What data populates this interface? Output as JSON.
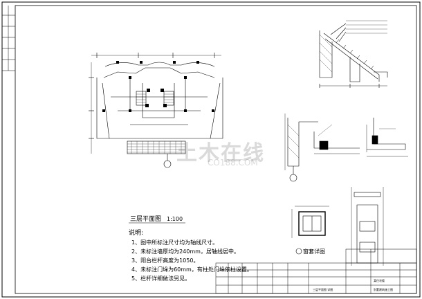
{
  "plan_title": "三层平面图",
  "plan_scale": "1:100",
  "notes_heading": "说明:",
  "notes": [
    "1、图中所标注尺寸均为轴线尺寸。",
    "2、未标注墙厚均为240mm，居轴线居中。",
    "3、阳台栏杆高度为1050。",
    "4、未标注门垛为60mm，有柱处门垛依柱设置。",
    "5、栏杆详细做法另见。"
  ],
  "window_detail_title": "窗套详图",
  "title_block": {
    "drawing_name": "三层平面图 详图",
    "project": "某住宅楼",
    "drawing_desc": "别墅建筑施工图"
  },
  "watermark": "土木在线",
  "watermark_url": "CO188.COM"
}
